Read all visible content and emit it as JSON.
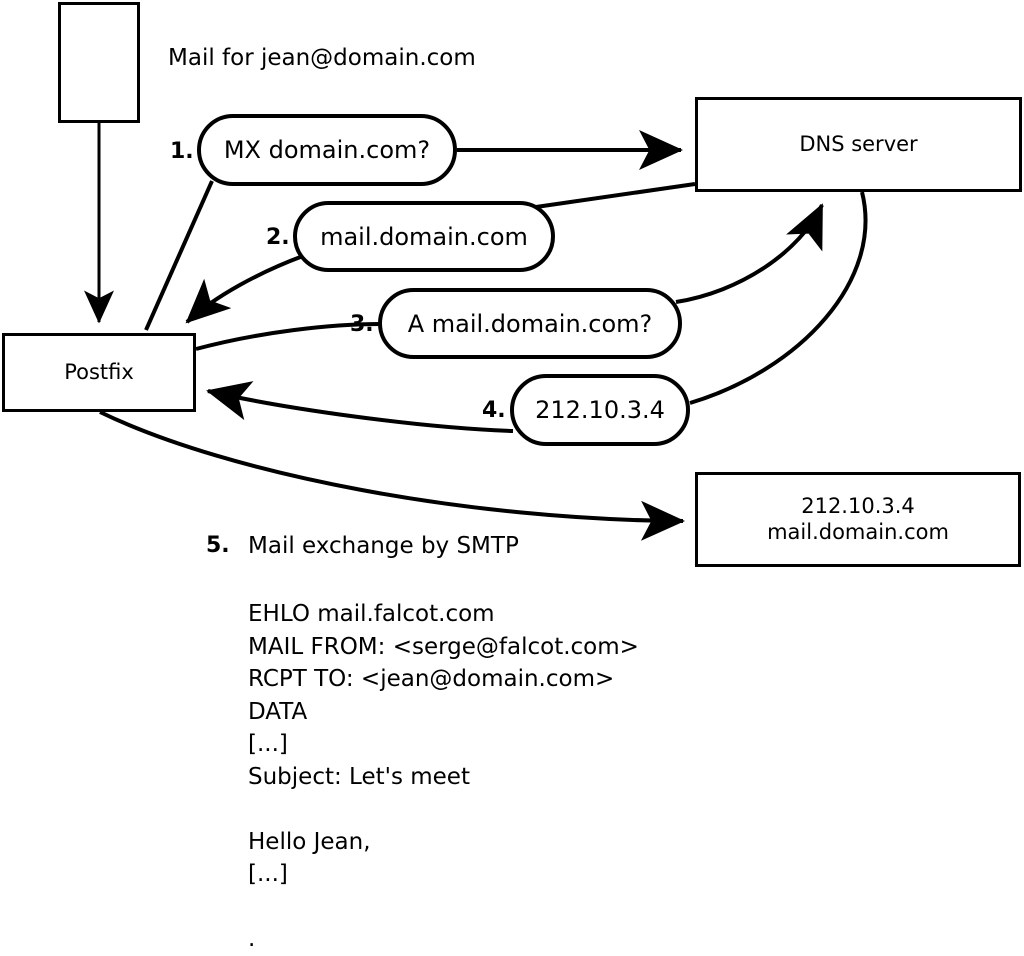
{
  "diagram": {
    "title_text": "Mail for jean@domain.com",
    "nodes": [
      {
        "id": "mua",
        "label": "",
        "lines": []
      },
      {
        "id": "postfix",
        "label": "Postfix",
        "lines": [
          "Postfix"
        ]
      },
      {
        "id": "dns",
        "label": "DNS server",
        "lines": [
          "DNS server"
        ]
      },
      {
        "id": "mailserver",
        "label": "212.10.3.4 mail.domain.com",
        "lines": [
          "212.10.3.4",
          "mail.domain.com"
        ]
      }
    ],
    "steps": [
      {
        "num": "1.",
        "text": "MX domain.com?"
      },
      {
        "num": "2.",
        "text": "mail.domain.com"
      },
      {
        "num": "3.",
        "text": "A mail.domain.com?"
      },
      {
        "num": "4.",
        "text": "212.10.3.4"
      }
    ],
    "step5": {
      "num": "5.",
      "label": "Mail exchange by SMTP"
    },
    "transcript": "EHLO mail.falcot.com\nMAIL FROM: <serge@falcot.com>\nRCPT TO: <jean@domain.com>\nDATA\n[...]\nSubject: Let's meet\n\nHello Jean,\n[...]\n\n.",
    "colors": {
      "stroke": "#000000",
      "background": "#ffffff"
    }
  }
}
